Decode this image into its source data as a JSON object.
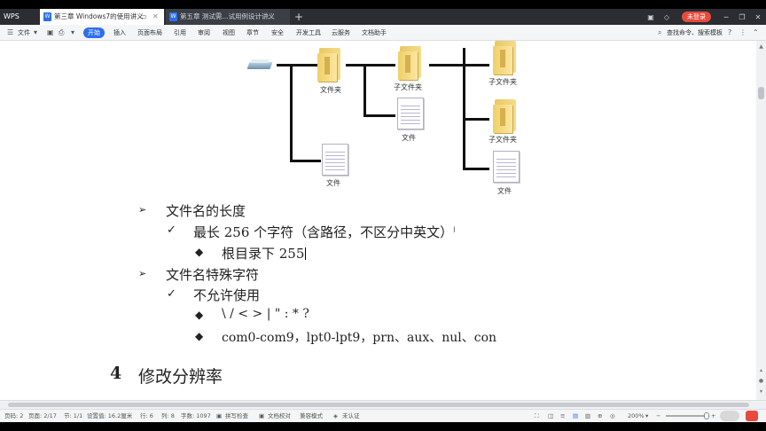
{
  "tabs": {
    "app": "WPS",
    "tab1": "第三章 Windows7的使用讲义",
    "tab2": "第五章 测试需...试用例设计讲义",
    "new_tab": "+"
  },
  "window": {
    "login": "未登录"
  },
  "menu": {
    "file": "文件",
    "items": [
      "开始",
      "插入",
      "页面布局",
      "引用",
      "审阅",
      "视图",
      "章节",
      "安全",
      "开发工具",
      "云服务",
      "文档助手"
    ],
    "search": "查找命令、搜索模板",
    "help": "?"
  },
  "diagram": {
    "folder1": "文件夹",
    "subfolder1": "子文件夹",
    "file_a": "文件",
    "file_b": "文件",
    "subfolder2": "子文件夹",
    "subfolder3": "子文件夹",
    "file_c": "文件"
  },
  "content": {
    "b1": "文件名的长度",
    "b1_1": "最长 256 个字符（含路径，不区分中英文）",
    "b1_1_1": "根目录下 255",
    "b2": "文件名特殊字符",
    "b2_1": "不允许使用",
    "b2_1_1": "\\   /   <   >   |   \"   :   *   ?",
    "b2_1_2": "com0-com9，lpt0-lpt9，prn、aux、nul、con",
    "heading_num": "4",
    "heading_text": "修改分辨率"
  },
  "status": {
    "page": "页码: 2",
    "pages": "页面: 2/17",
    "section": "节: 1/1",
    "setting": "设置值: 16.2厘米",
    "row": "行: 6",
    "col": "列: 8",
    "words": "字数: 1097",
    "spell": "拼写检查",
    "proof": "文档校对",
    "compat": "兼容模式",
    "cert": "未认证",
    "zoom": "200%"
  },
  "colors": {
    "accent": "#2d6ef0",
    "login": "#e84a3c",
    "tabbar": "#2b2d33"
  }
}
